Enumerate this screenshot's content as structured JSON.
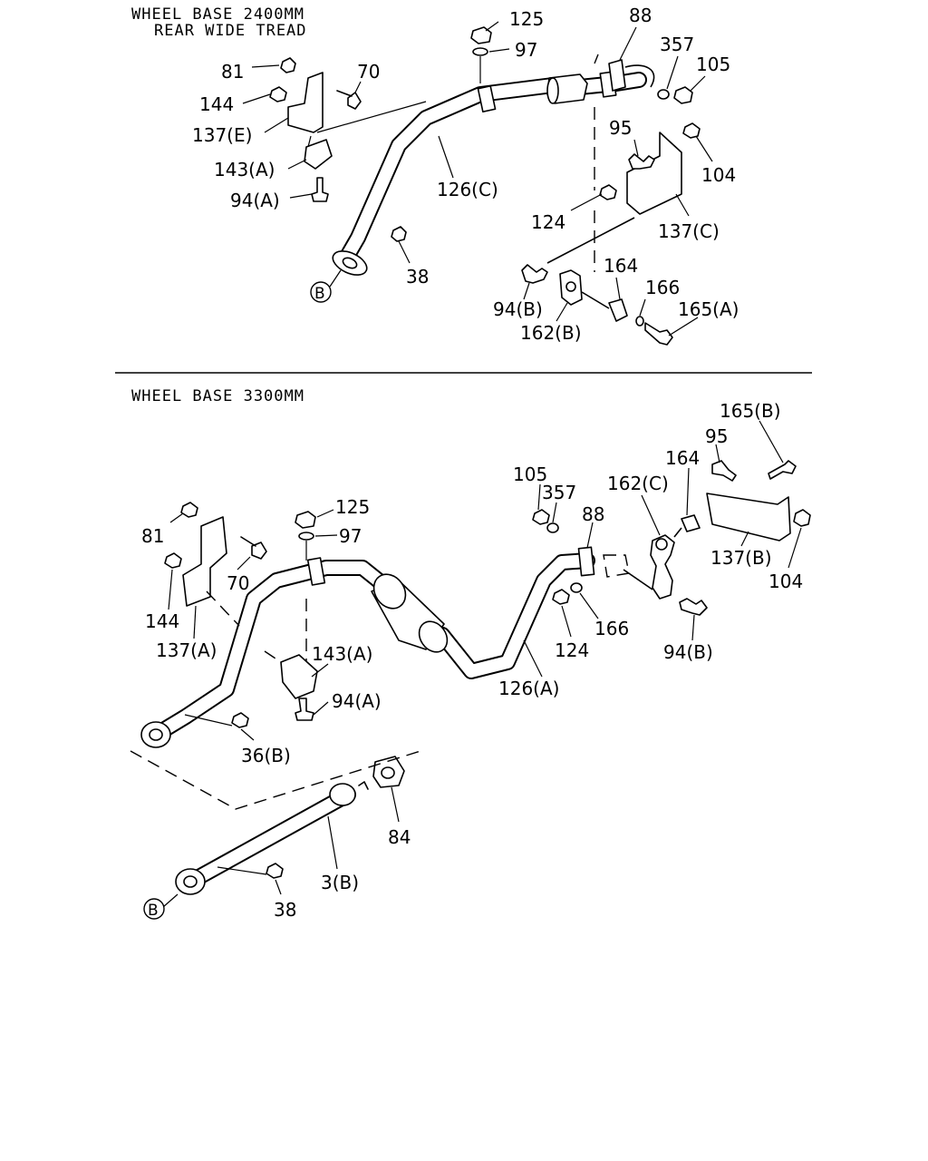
{
  "section_top": {
    "title_line1": "WHEEL BASE 2400MM",
    "title_line2": "REAR WIDE TREAD",
    "labels": {
      "p125": "125",
      "p97": "97",
      "p88": "88",
      "p357": "357",
      "p105": "105",
      "p81": "81",
      "p70": "70",
      "p144": "144",
      "p137e": "137(E)",
      "p143a": "143(A)",
      "p94a": "94(A)",
      "p126c": "126(C)",
      "p95": "95",
      "p104": "104",
      "p124": "124",
      "p137c": "137(C)",
      "p38": "38",
      "pB": "B",
      "p164": "164",
      "p94b": "94(B)",
      "p166": "166",
      "p165a": "165(A)",
      "p162b": "162(B)"
    }
  },
  "section_bottom": {
    "title": "WHEEL BASE 3300MM",
    "labels": {
      "p165b": "165(B)",
      "p95": "95",
      "p105": "105",
      "p164": "164",
      "p162c": "162(C)",
      "p357": "357",
      "p88": "88",
      "p125": "125",
      "p97": "97",
      "p81": "81",
      "p70": "70",
      "p137b": "137(B)",
      "p104": "104",
      "p144": "144",
      "p166": "166",
      "p124": "124",
      "p137a": "137(A)",
      "p143a": "143(A)",
      "p94b": "94(B)",
      "p126a": "126(A)",
      "p94a": "94(A)",
      "p36b": "36(B)",
      "p84": "84",
      "p3b": "3(B)",
      "p38": "38",
      "pB": "B"
    }
  }
}
